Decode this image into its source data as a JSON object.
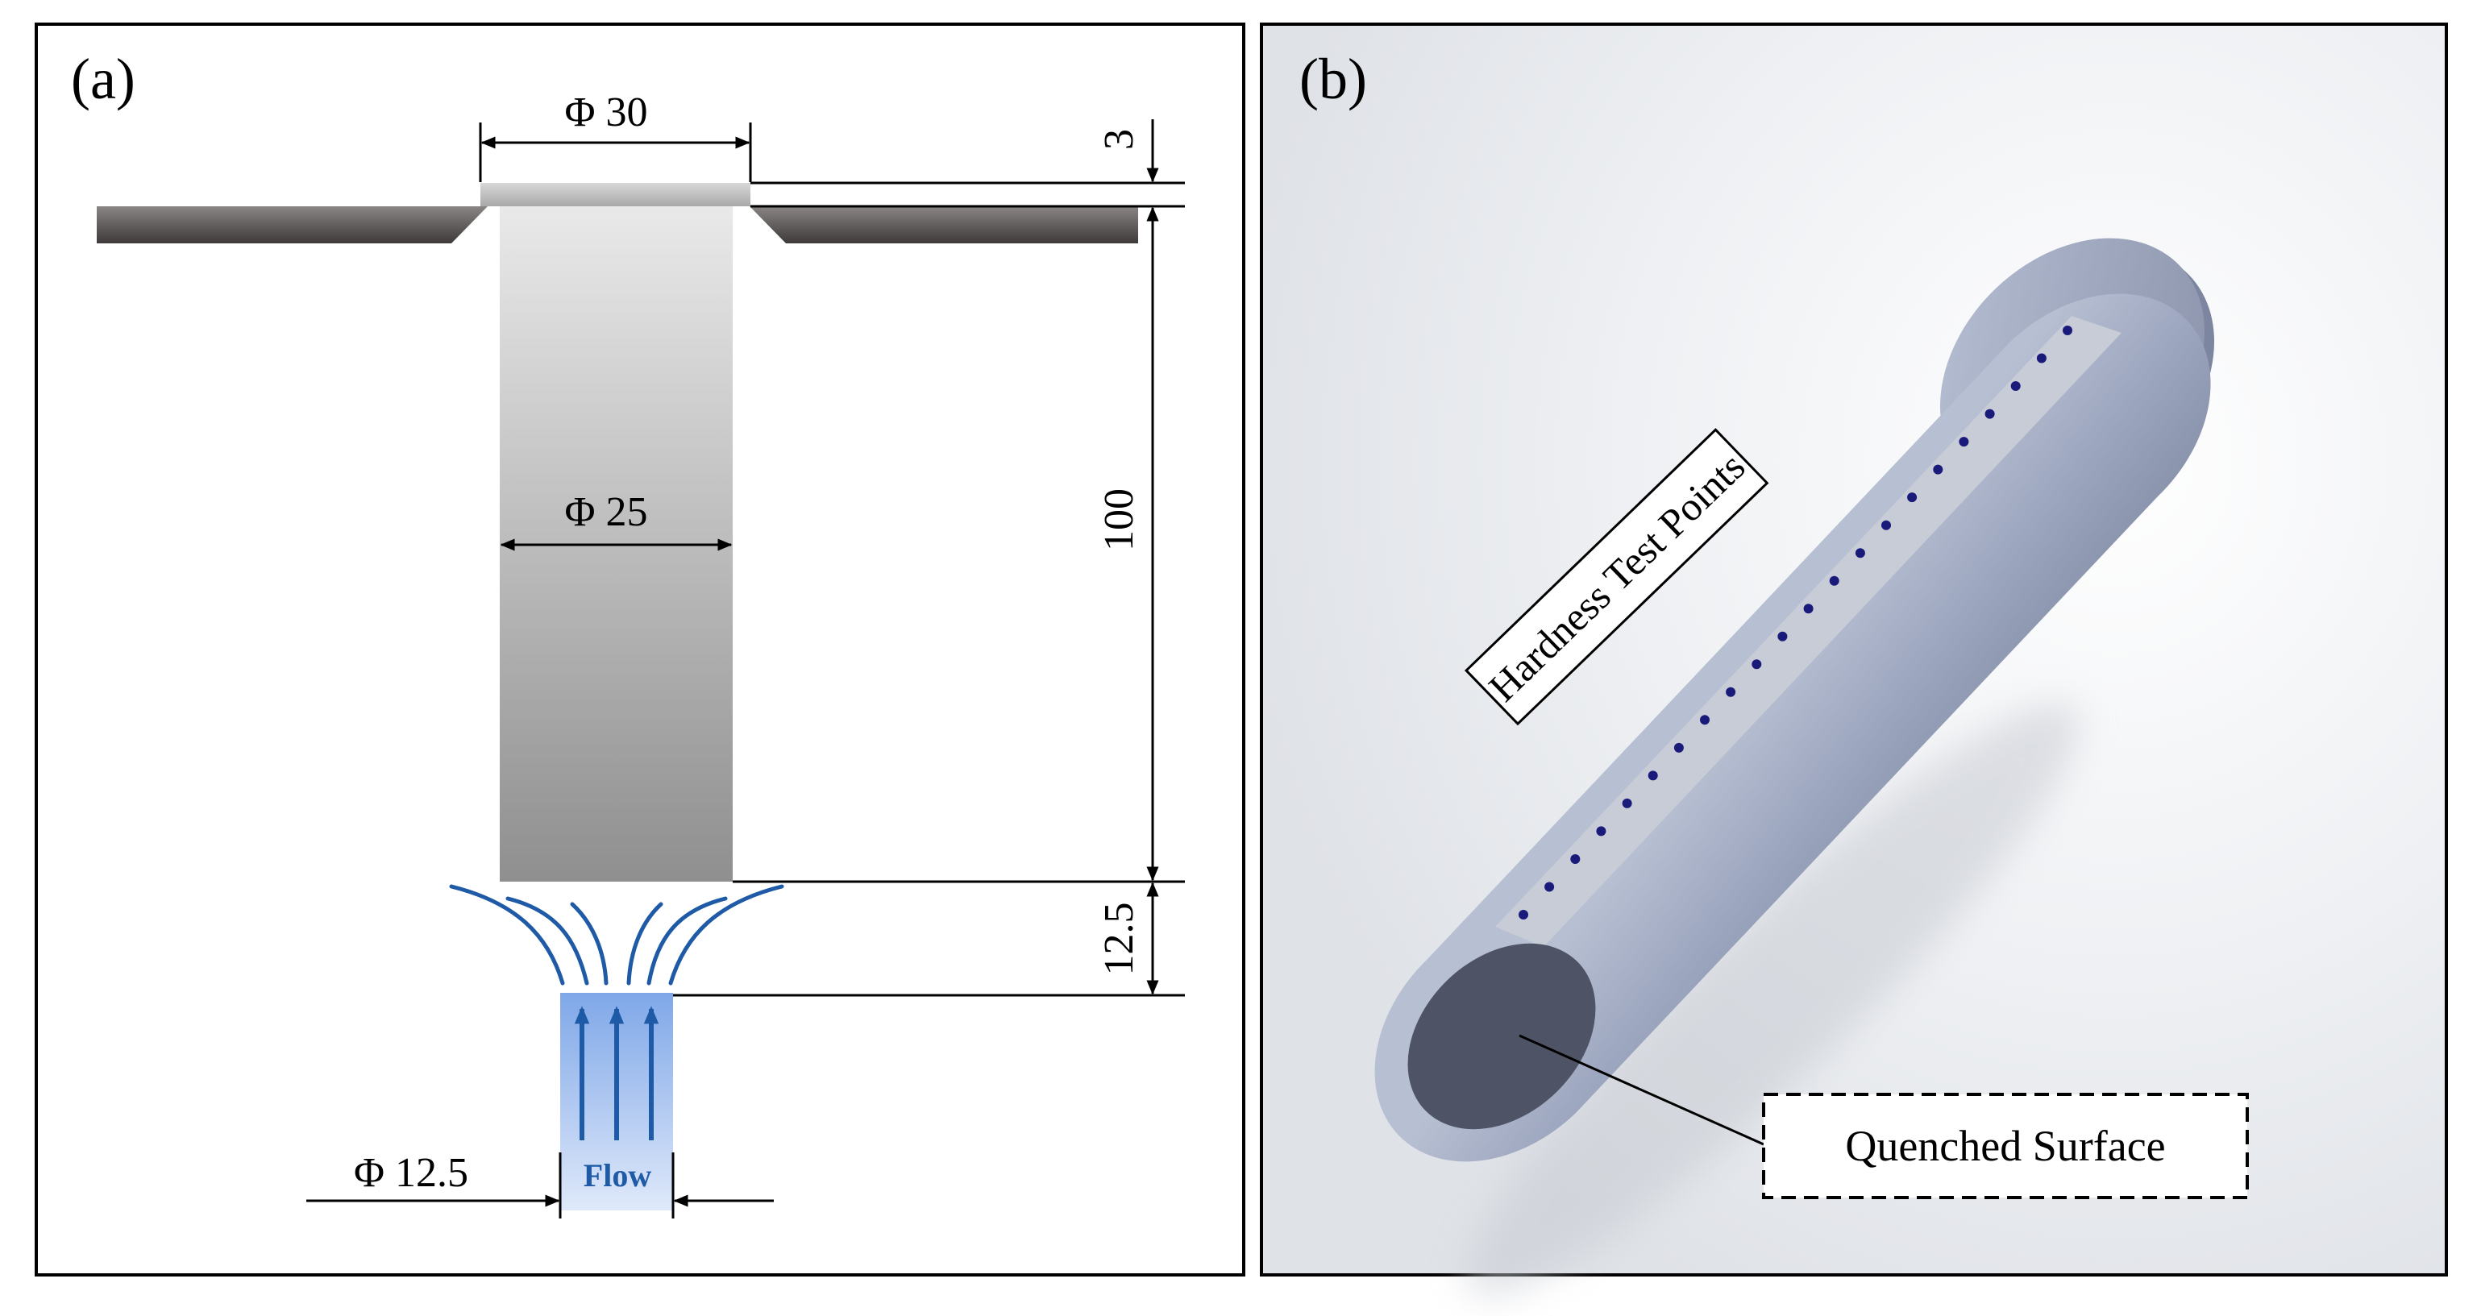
{
  "panel_a": {
    "label": "(a)",
    "dim_flange_diameter": "Φ 30",
    "dim_flange_thickness": "3",
    "dim_bar_diameter": "Φ 25",
    "dim_bar_length": "100",
    "dim_nozzle_gap": "12.5",
    "dim_nozzle_diameter": "Φ 12.5",
    "flow_label": "Flow"
  },
  "panel_b": {
    "label": "(b)",
    "test_points_label": "Hardness Test Points",
    "quenched_label": "Quenched Surface",
    "test_point_count": 22
  },
  "colors": {
    "flow_blue": "#1f5aa6",
    "flow_box": "#a9c6f2",
    "test_point": "#1a1a7a",
    "cylinder_body": "#98a3bd",
    "quenched_face": "#4e5465"
  }
}
